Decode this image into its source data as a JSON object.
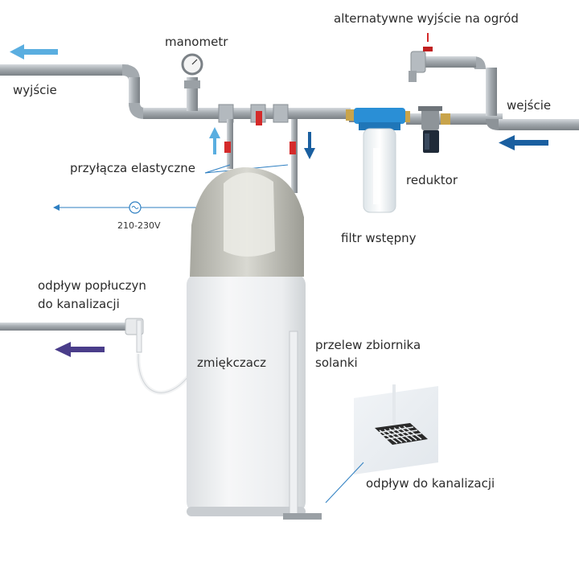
{
  "labels": {
    "outlet": "wyjście",
    "inlet": "wejście",
    "manometer": "manometr",
    "garden_outlet": "alternatywne wyjście na ogród",
    "flexible_connections": "przyłącza elastyczne",
    "voltage": "210-230V",
    "reducer": "reduktor",
    "prefilter": "filtr wstępny",
    "backwash_drain_line1": "odpływ popłuczyn",
    "backwash_drain_line2": "do kanalizacji",
    "softener": "zmiękczacz",
    "brine_overflow_line1": "przelew zbiornika",
    "brine_overflow_line2": "solanki",
    "floor_drain": "odpływ do kanalizacji"
  },
  "colors": {
    "arrow_light_blue": "#5aaee0",
    "arrow_dark_blue": "#1a5fa0",
    "arrow_purple": "#4a3d8a",
    "valve_red": "#d42a2a",
    "filter_blue": "#2a8fd6",
    "pipe_gray": "#a8aeb3"
  }
}
